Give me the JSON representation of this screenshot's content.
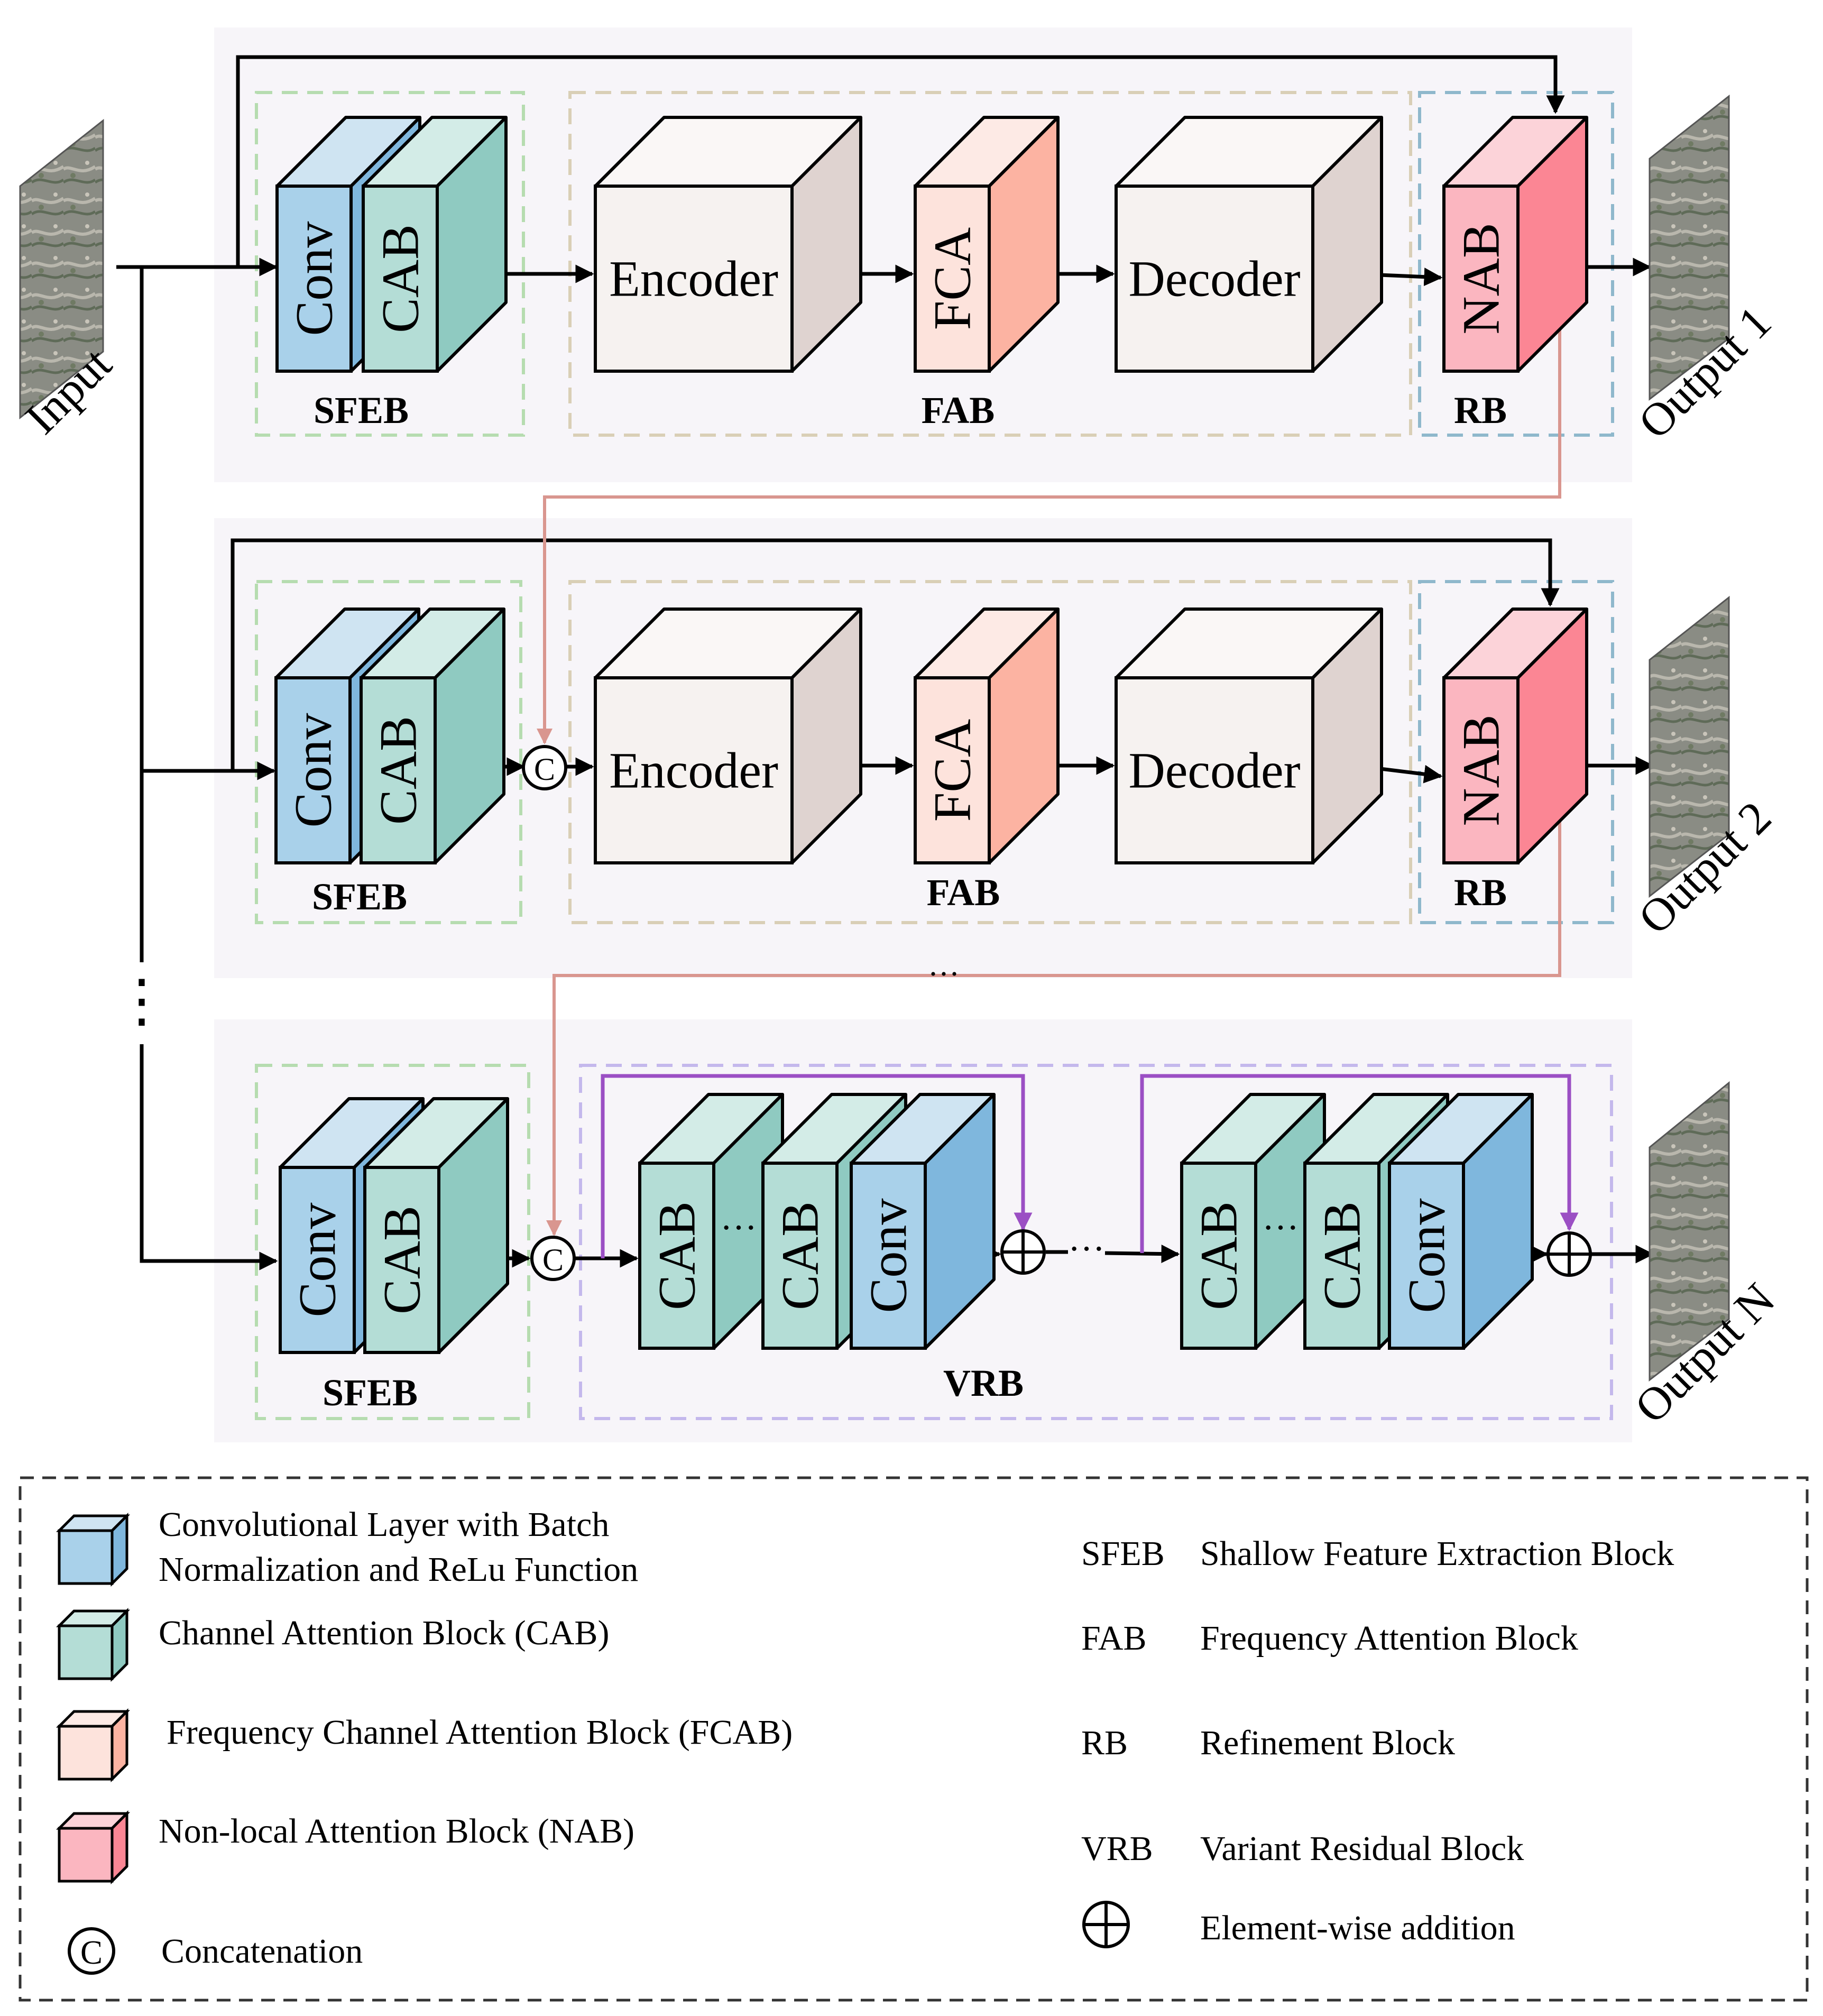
{
  "io": {
    "input": "Input",
    "output1": "Output 1",
    "output2": "Output 2",
    "outputN": "Output N"
  },
  "blocks": {
    "conv": "Conv",
    "cab": "CAB",
    "fca": "FCA",
    "nab": "NAB",
    "encoder": "Encoder",
    "decoder": "Decoder",
    "sfeb": "SFEB",
    "fab": "FAB",
    "rb": "RB",
    "vrb": "VRB",
    "concat": "C",
    "ellipsis": "···",
    "vdots": "⋮"
  },
  "legend": {
    "left": [
      {
        "label": "Convolutional Layer with Batch",
        "label2": "Normalization and ReLu Function",
        "color": "#a9d1ea"
      },
      {
        "label": "Channel Attention Block (CAB)",
        "color": "#a9dbd2"
      },
      {
        "label": "Frequency Channel Attention Block (FCAB)",
        "color": "#fde3dc"
      },
      {
        "label": "Non-local Attention Block (NAB)",
        "color": "#fbb6c0"
      },
      {
        "label": "Concatenation",
        "symbol": "C"
      }
    ],
    "right": [
      {
        "abbr": "SFEB",
        "text": "Shallow Feature Extraction Block"
      },
      {
        "abbr": "FAB",
        "text": "Frequency Attention Block"
      },
      {
        "abbr": "RB",
        "text": "Refinement Block"
      },
      {
        "abbr": "VRB",
        "text": "Variant Residual Block"
      },
      {
        "abbr": "⊕",
        "text": "Element-wise addition"
      }
    ]
  },
  "colors": {
    "panel": "#f7f5f9",
    "conv_front": "#a9d1ea",
    "conv_side": "#7fb7dd",
    "conv_top": "#cfe4f2",
    "cab_front": "#b4ddd6",
    "cab_side": "#8fcac1",
    "cab_top": "#d3ece7",
    "fca_front": "#fde3dc",
    "fca_side": "#fcb3a2",
    "fca_top": "#fdeae5",
    "nab_front": "#fbb6c0",
    "nab_side": "#fb8694",
    "nab_top": "#fcd3d9",
    "enc_front": "#f6f2f0",
    "enc_side": "#dfd3d0",
    "enc_top": "#faf7f6",
    "salmon": "#d9968f",
    "purple": "#9b4fc4",
    "dash_green": "#b6dcb0",
    "dash_tan": "#d9cfb6",
    "dash_blue": "#8fb8cc",
    "dash_purple": "#c4b8ec"
  }
}
